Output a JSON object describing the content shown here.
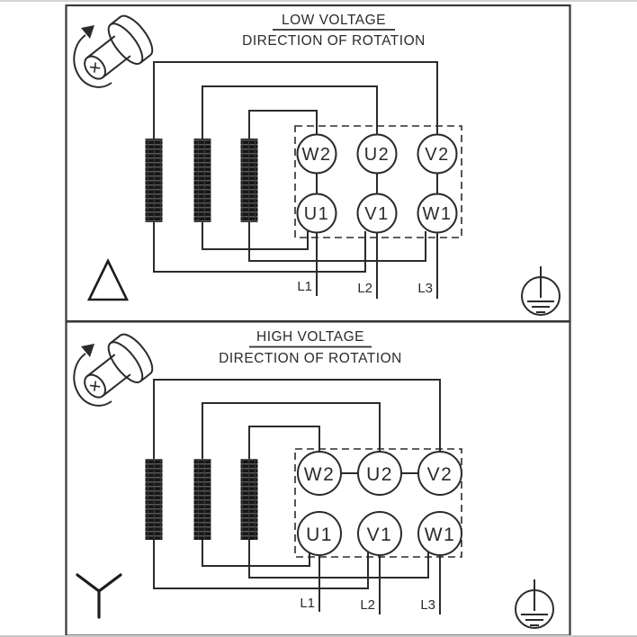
{
  "colors": {
    "line": "#2b2b2b",
    "background": "#ffffff",
    "frame": "#d4d4d4"
  },
  "panels": [
    {
      "id": "low-voltage",
      "title": "LOW VOLTAGE",
      "subtitle": "DIRECTION OF ROTATION",
      "connection_type": "delta",
      "winding_count": 3,
      "terminals": {
        "top": [
          "W2",
          "U2",
          "V2"
        ],
        "bottom": [
          "U1",
          "V1",
          "W1"
        ]
      },
      "supply_lines": [
        "L1",
        "L2",
        "L3"
      ],
      "icons": [
        "motor-rotation-icon",
        "delta-icon",
        "ground-icon"
      ]
    },
    {
      "id": "high-voltage",
      "title": "HIGH VOLTAGE",
      "subtitle": "DIRECTION OF ROTATION",
      "connection_type": "star",
      "winding_count": 3,
      "terminals": {
        "top": [
          "W2",
          "U2",
          "V2"
        ],
        "bottom": [
          "U1",
          "V1",
          "W1"
        ]
      },
      "supply_lines": [
        "L1",
        "L2",
        "L3"
      ],
      "icons": [
        "motor-rotation-icon",
        "star-icon",
        "ground-icon"
      ]
    }
  ]
}
